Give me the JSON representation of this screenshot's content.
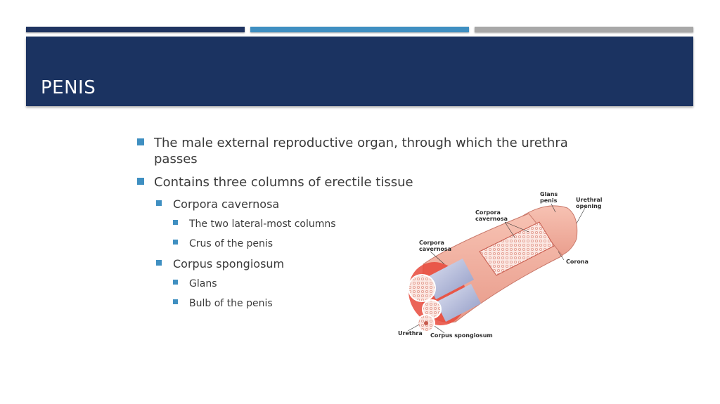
{
  "slide": {
    "title": "PENIS",
    "bullets": [
      {
        "level": 1,
        "text": "The male external reproductive organ, through which the urethra passes"
      },
      {
        "level": 1,
        "text": "Contains three columns of erectile tissue"
      },
      {
        "level": 2,
        "text": "Corpora cavernosa"
      },
      {
        "level": 3,
        "text": "The two lateral-most columns"
      },
      {
        "level": 3,
        "text": "Crus of the penis"
      },
      {
        "level": 2,
        "text": "Corpus spongiosum"
      },
      {
        "level": 3,
        "text": "Glans"
      },
      {
        "level": 3,
        "text": "Bulb of the penis"
      }
    ]
  },
  "figure": {
    "labels": {
      "glans_line1": "Glans",
      "glans_line2": "penis",
      "urethral_line1": "Urethral",
      "urethral_line2": "opening",
      "cc_top_line1": "Corpora",
      "cc_top_line2": "cavernosa",
      "cc_left_line1": "Corpora",
      "cc_left_line2": "cavernosa",
      "corona": "Corona",
      "urethra": "Urethra",
      "corpus_spongiosum": "Corpus spongiosum"
    }
  },
  "colors": {
    "title_band": "#1b3361",
    "accent_bar_1": "#1f3461",
    "accent_bar_2": "#3f8fc1",
    "accent_bar_3": "#a8a8a8",
    "bullet": "#3f8fc1"
  }
}
